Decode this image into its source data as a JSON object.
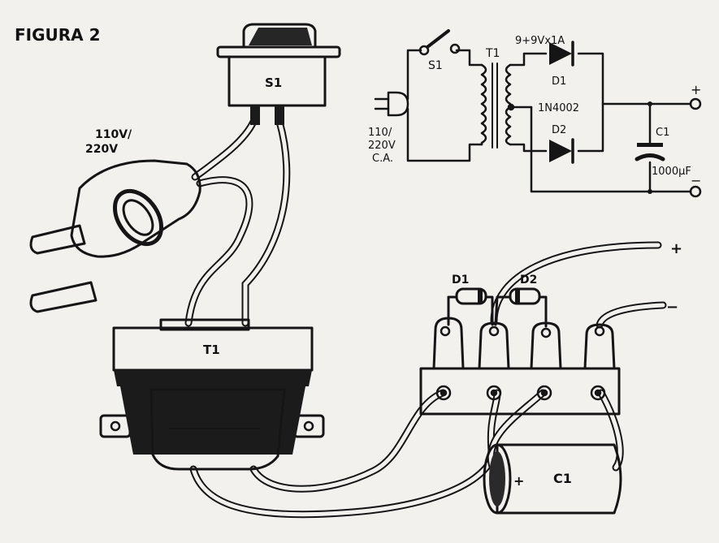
{
  "figure": {
    "title": "FIGURA 2"
  },
  "schematic": {
    "switch_label": "S1",
    "transformer_label": "T1",
    "transformer_rating": "9+9Vx1A",
    "diode1_label": "D1",
    "diode2_label": "D2",
    "diode_part": "1N4002",
    "input_voltage_line1": "110/",
    "input_voltage_line2": "220V",
    "input_voltage_line3": "C.A.",
    "capacitor_label": "C1",
    "capacitor_value": "1000µF",
    "plus_terminal": "+",
    "minus_terminal": "−"
  },
  "wiring": {
    "switch_label": "S1",
    "plug_voltage_line1": "110V/",
    "plug_voltage_line2": "220V",
    "transformer_label": "T1",
    "diode1_label": "D1",
    "diode2_label": "D2",
    "capacitor_label": "C1",
    "capacitor_polarity": "+",
    "output_plus": "+",
    "output_minus": "−"
  },
  "colors": {
    "ink": "#151515",
    "paper": "#f2f1ee"
  }
}
